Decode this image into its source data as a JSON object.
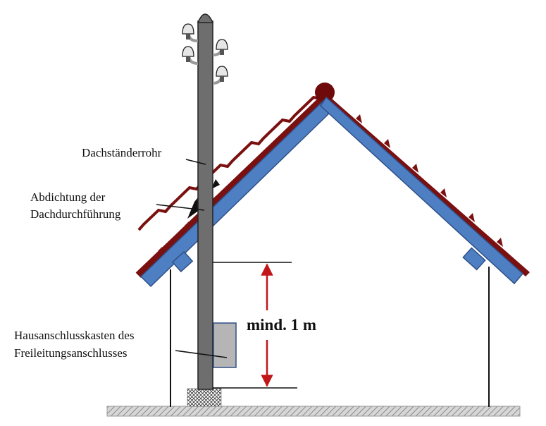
{
  "labels": {
    "roof_pipe": "Dachständerrohr",
    "sealing_line1": "Abdichtung der",
    "sealing_line2": "Dachdurchführung",
    "box_line1": "Hausanschlusskasten des",
    "box_line2": "Freileitungsanschlusses",
    "dimension": "mind. 1 m"
  },
  "colors": {
    "roof_tiles": "#7a1010",
    "rafters": "#4f7fc3",
    "rafter_outline": "#2e4f86",
    "pipe": "#6e6e6e",
    "connection_box": "#b5b5b5",
    "dimension_arrow": "#c0171b",
    "ground": "#bdbdbd"
  }
}
